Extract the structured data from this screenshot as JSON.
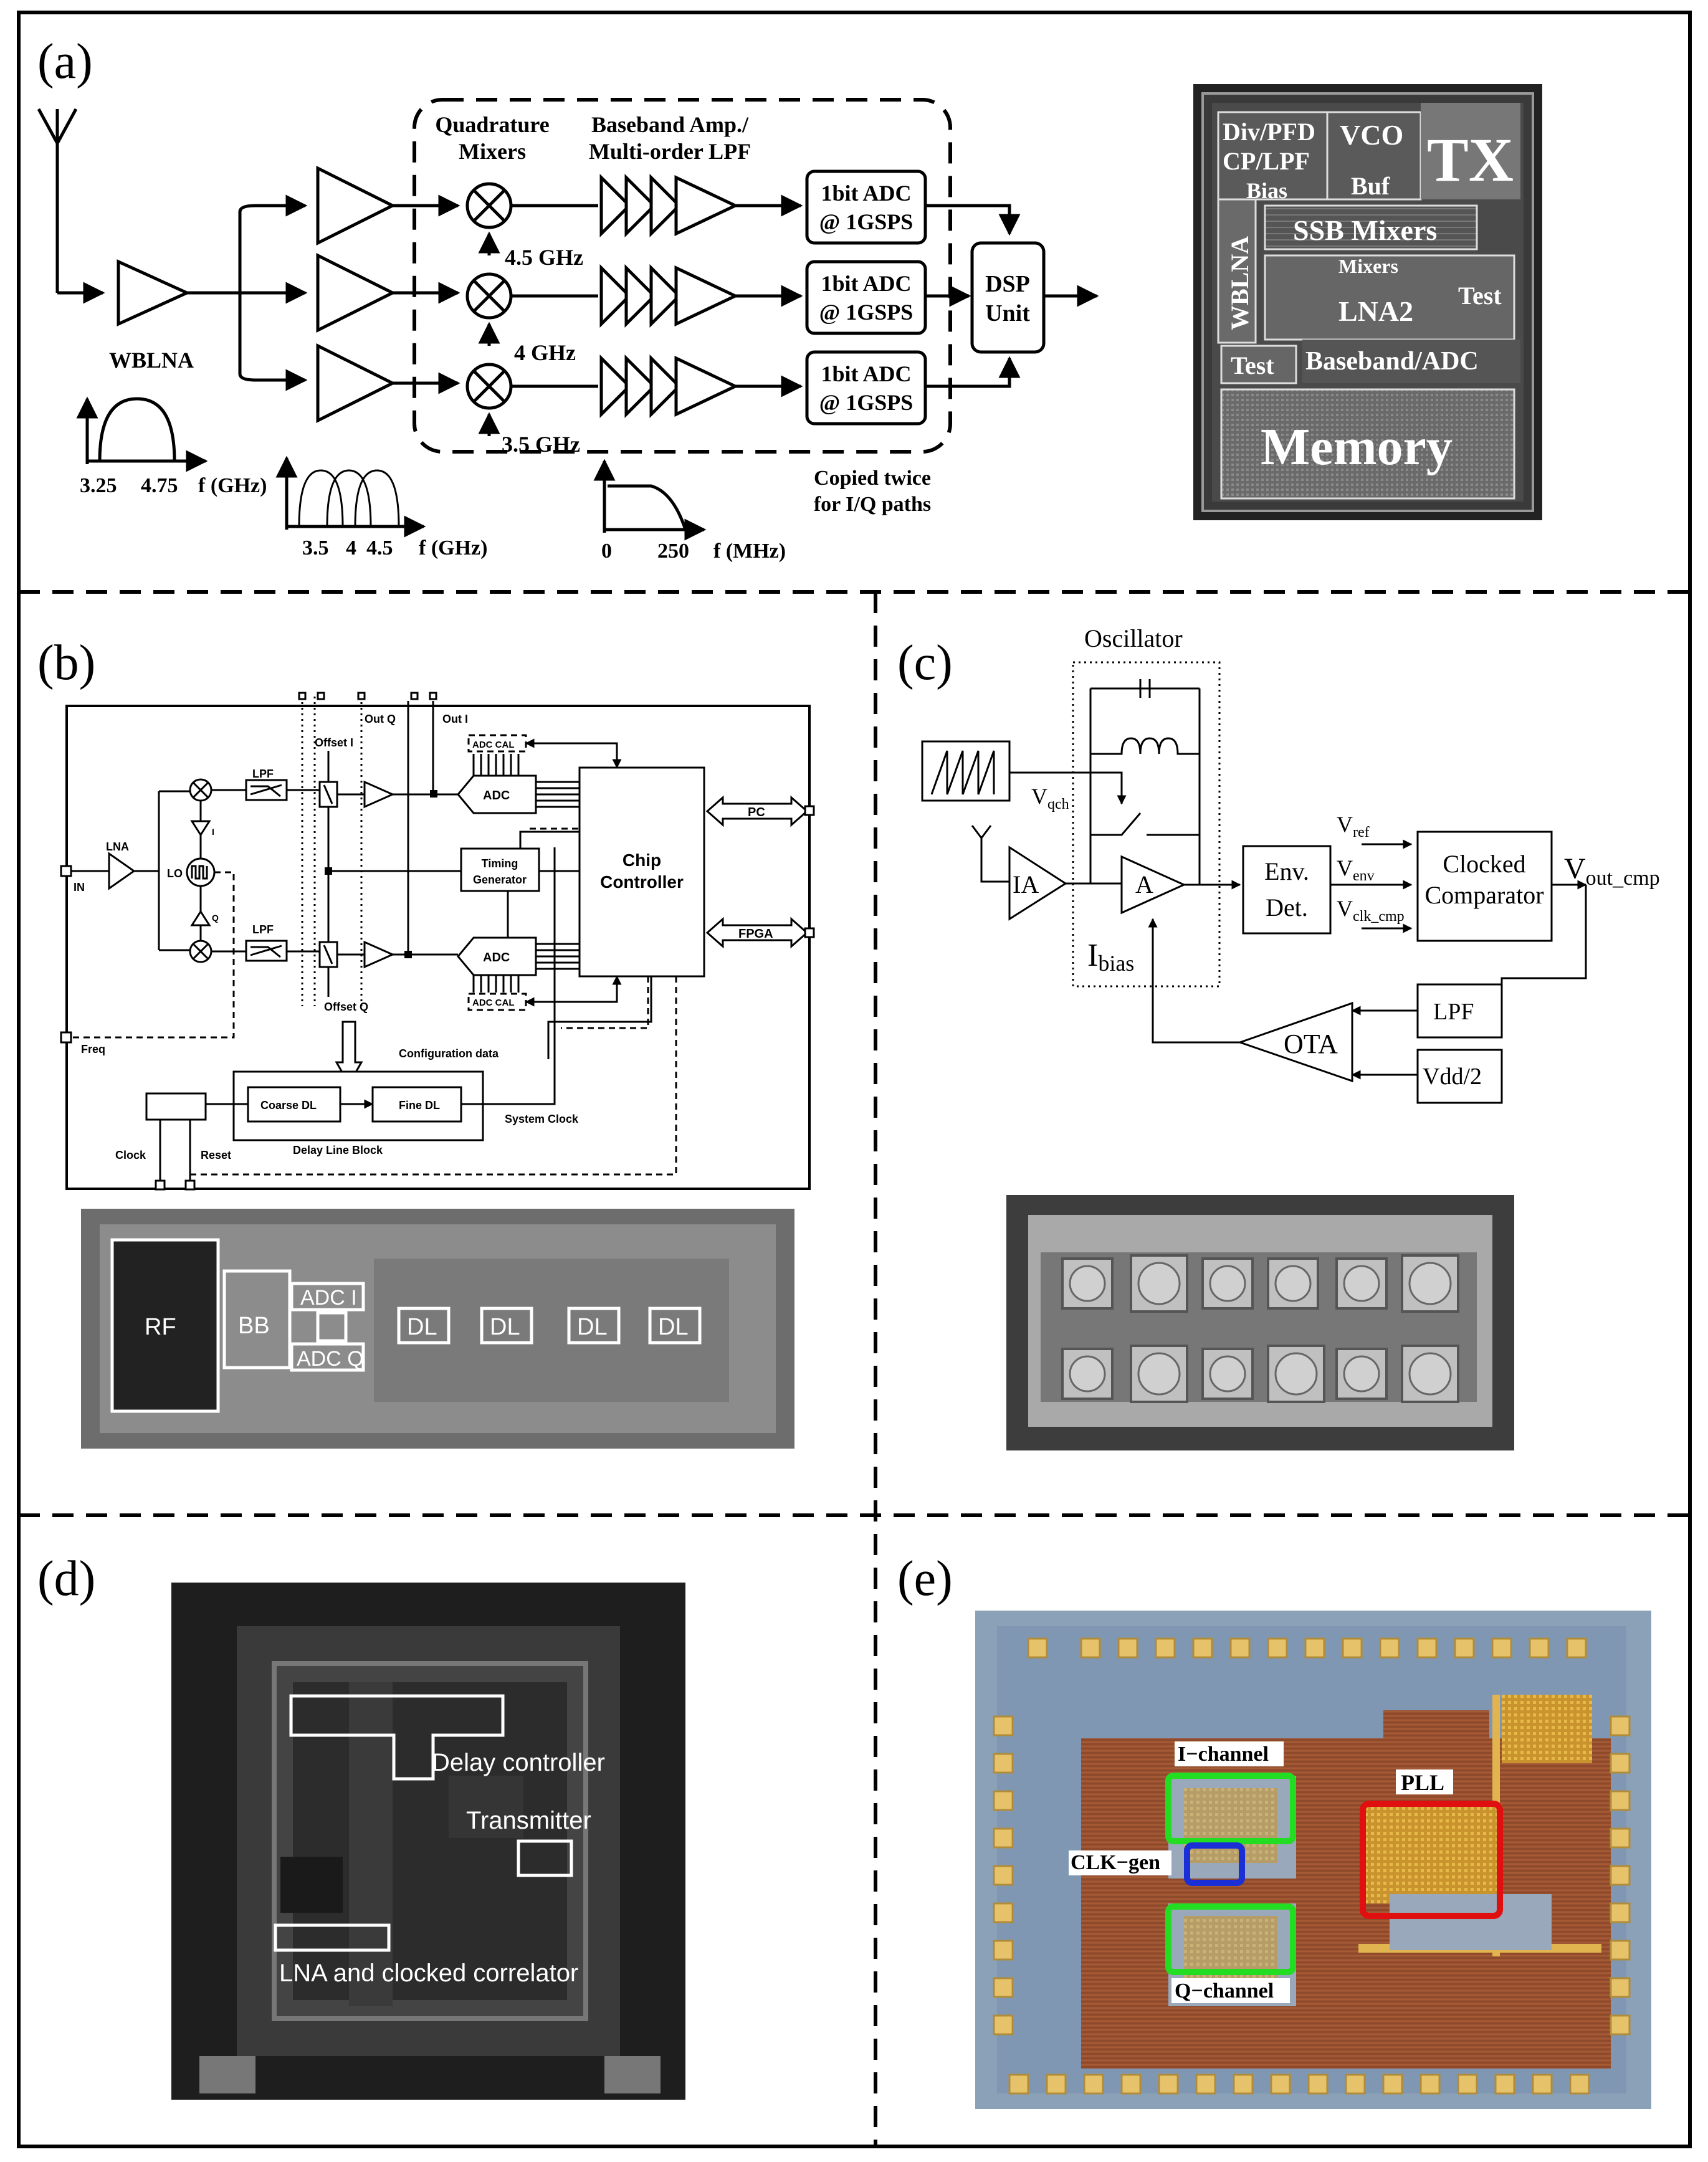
{
  "panels": {
    "a": {
      "label": "(a)",
      "block_labels": {
        "wblna": "WBLNA",
        "quadrature_mixers": "Quadrature\nMixers",
        "baseband_amp": "Baseband Amp./\nMulti-order LPF",
        "adc": "1bit ADC\n@ 1GSPS",
        "dsp": "DSP\nUnit",
        "copied_note": "Copied twice\nfor I/Q paths"
      },
      "lo_frequencies": [
        "4.5 GHz",
        "4 GHz",
        "3.5 GHz"
      ],
      "spectrum_labels": {
        "wblna_band": [
          "3.25",
          "4.75",
          "f (GHz)"
        ],
        "channel_bands": [
          "3.5",
          "4",
          "4.5",
          "f (GHz)"
        ],
        "lpf_response": [
          "0",
          "250",
          "f (MHz)"
        ]
      },
      "die_labels": [
        "Div/PFD",
        "CP/LPF",
        "Bias",
        "VCO",
        "Buf",
        "TX",
        "WBLNA",
        "SSB Mixers",
        "Mixers",
        "LNA2",
        "Test",
        "Test",
        "Baseband/ADC",
        "Memory"
      ]
    },
    "b": {
      "label": "(b)",
      "labels": {
        "in": "IN",
        "lna": "LNA",
        "lpf": "LPF",
        "lo": "LO",
        "i": "I",
        "q": "Q",
        "offset_i": "Offset I",
        "offset_q": "Offset Q",
        "out_q": "Out Q",
        "out_i": "Out I",
        "adc": "ADC",
        "adc_cal": "ADC CAL",
        "timing": "Timing\nGenerator",
        "chip_controller": "Chip\nController",
        "pc": "PC",
        "fpga": "FPGA",
        "freq": "Freq",
        "config": "Configuration data",
        "coarse_dl": "Coarse DL",
        "fine_dl": "Fine DL",
        "delay_block": "Delay Line Block",
        "system_clock": "System Clock",
        "clock": "Clock",
        "reset": "Reset"
      },
      "die_labels": [
        "RF",
        "BB",
        "ADC I",
        "ADC Q",
        "DL",
        "DL",
        "DL",
        "DL"
      ]
    },
    "c": {
      "label": "(c)",
      "labels": {
        "oscillator": "Oscillator",
        "vqch": "V",
        "vqch_sub": "qch",
        "ia": "IA",
        "a": "A",
        "ibias": "I",
        "ibias_sub": "bias",
        "env_det": "Env.\nDet.",
        "vref": "V",
        "vref_sub": "ref",
        "venv": "V",
        "venv_sub": "env",
        "vclk": "V",
        "vclk_sub": "clk_cmp",
        "comparator": "Clocked\nComparator",
        "vout": "V",
        "vout_sub": "out_cmp",
        "lpf": "LPF",
        "ota": "OTA",
        "vdd": "Vdd/2"
      }
    },
    "d": {
      "label": "(d)",
      "labels": [
        "Delay controller",
        "Transmitter",
        "LNA and clocked correlator"
      ]
    },
    "e": {
      "label": "(e)",
      "labels": [
        "I−channel",
        "CLK−gen",
        "Q−channel",
        "PLL"
      ],
      "highlight_colors": {
        "i_channel": "#22dd22",
        "q_channel": "#22dd22",
        "clk_gen": "#1a2fd6",
        "pll": "#e01010"
      }
    }
  }
}
